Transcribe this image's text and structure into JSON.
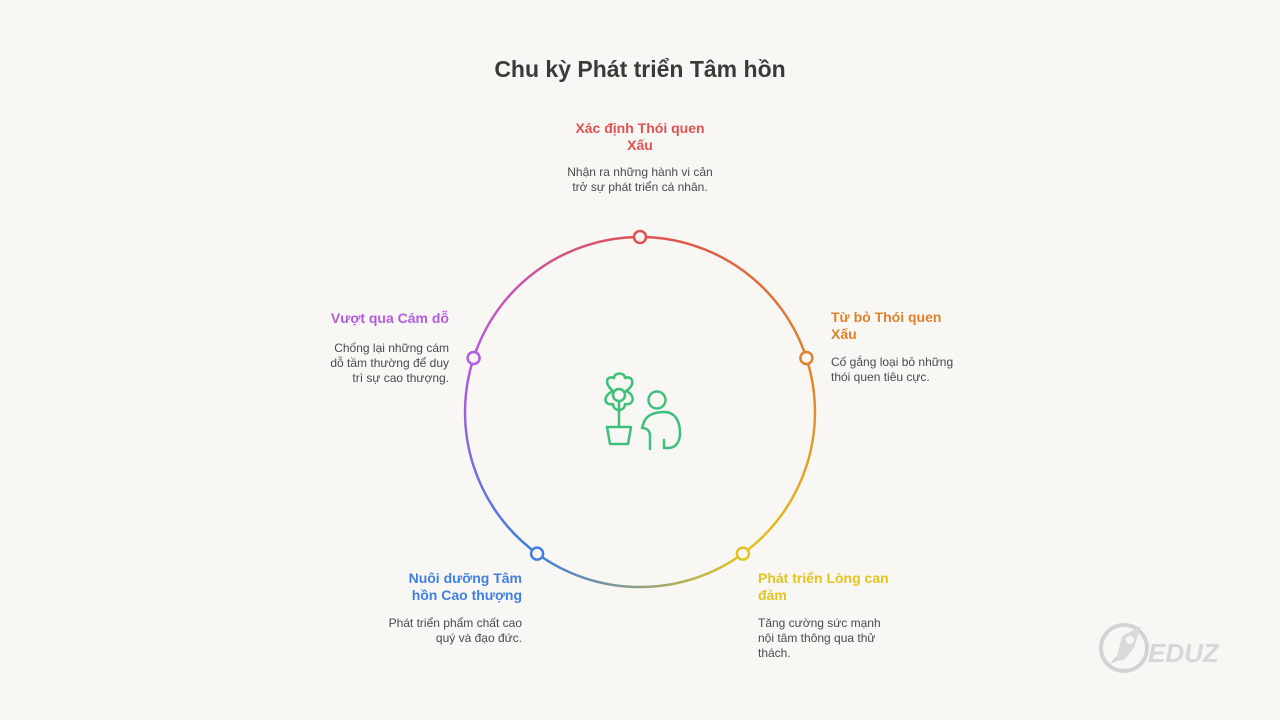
{
  "title": "Chu kỳ Phát triển Tâm hồn",
  "stages": [
    {
      "key": "top",
      "title": "Xác định Thói quen Xấu",
      "desc": "Nhận ra những hành vi cản trở sự phát triển cá nhân.",
      "color": "#e05252"
    },
    {
      "key": "right",
      "title": "Từ bỏ Thói quen Xấu",
      "desc": "Cố gắng loại bỏ những thói quen tiêu cực.",
      "color": "#e0812c"
    },
    {
      "key": "bottom-right",
      "title": "Phát triển Lòng can đảm",
      "desc": "Tăng cường sức mạnh nội tâm thông qua thử thách.",
      "color": "#e2c420"
    },
    {
      "key": "bottom-left",
      "title": "Nuôi dưỡng Tâm hồn Cao thượng",
      "desc": "Phát triển phẩm chất cao quý và đạo đức.",
      "color": "#3f7fe0"
    },
    {
      "key": "left",
      "title": "Vượt qua Cám dỗ",
      "desc": "Chống lại những cám dỗ tầm thường để duy trì sự cao thượng.",
      "color": "#b45be0"
    }
  ],
  "center_icon": {
    "name": "plant-and-person-icon",
    "color": "#3cc07a"
  },
  "watermark": {
    "text": "EDUZ"
  }
}
